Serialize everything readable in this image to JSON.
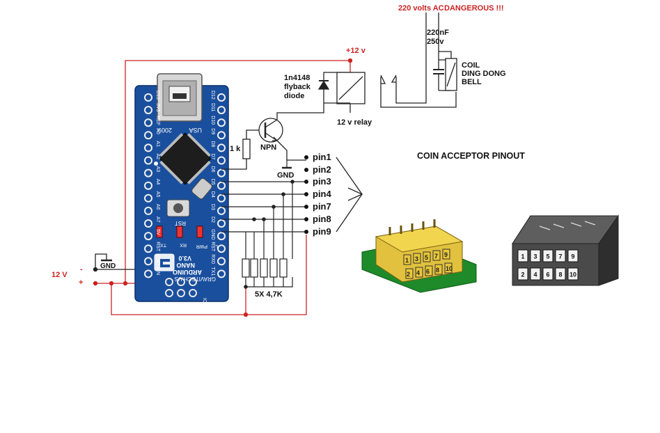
{
  "header": {
    "voltage_warning": "220 volts AC",
    "danger_warning": "DANGEROUS !!!"
  },
  "labels": {
    "plus12": "+12 v",
    "diode": [
      "1n4148",
      "flyback",
      "diode"
    ],
    "relay": "12 v relay",
    "capacitor": [
      "220nF",
      "250v"
    ],
    "bell": [
      "COIL",
      "DING DONG",
      "BELL"
    ],
    "resistor_1k": "1 k",
    "npn": "NPN",
    "gnd_top": "GND",
    "gnd_left": "GND",
    "supply_12v": "12 V",
    "minus": "-",
    "plus": "+",
    "resistors": "5X 4,7K",
    "pinout_title": "COIN ACCEPTOR PINOUT"
  },
  "pins": [
    "pin1",
    "pin2",
    "pin3",
    "pin4",
    "pin7",
    "pin8",
    "pin9"
  ],
  "connector_numbers": {
    "top_row": [
      "1",
      "3",
      "5",
      "7",
      "9"
    ],
    "bottom_row": [
      "2",
      "4",
      "6",
      "8",
      "10"
    ]
  },
  "board": {
    "left_pins": [
      "D13",
      "3V3",
      "REF",
      "A0",
      "A1",
      "A2",
      "A3",
      "A4",
      "A5",
      "A6",
      "A7",
      "5V",
      "RST",
      "GND",
      "VIN"
    ],
    "right_pins": [
      "D12",
      "D11",
      "D10",
      "D9",
      "D8",
      "D7",
      "D6",
      "D5",
      "D4",
      "D3",
      "D2",
      "GND",
      "RST",
      "RX0",
      "TX1"
    ],
    "text_lines": [
      "ARDUINO",
      "NANO",
      "V3.0",
      "GRAVITECH.US"
    ],
    "small_text": [
      "USA",
      "2009",
      "RST",
      "ICSP"
    ],
    "leds": [
      "TX",
      "RX",
      "PWR",
      "L"
    ]
  },
  "colors": {
    "wire_red": "#cc2222",
    "wire_dark": "#222222",
    "board_blue": "#1a4f9e",
    "pcb_green": "#1e8a2a",
    "header_gold": "#d8b32a",
    "housing_gray": "#4a4a4a"
  }
}
